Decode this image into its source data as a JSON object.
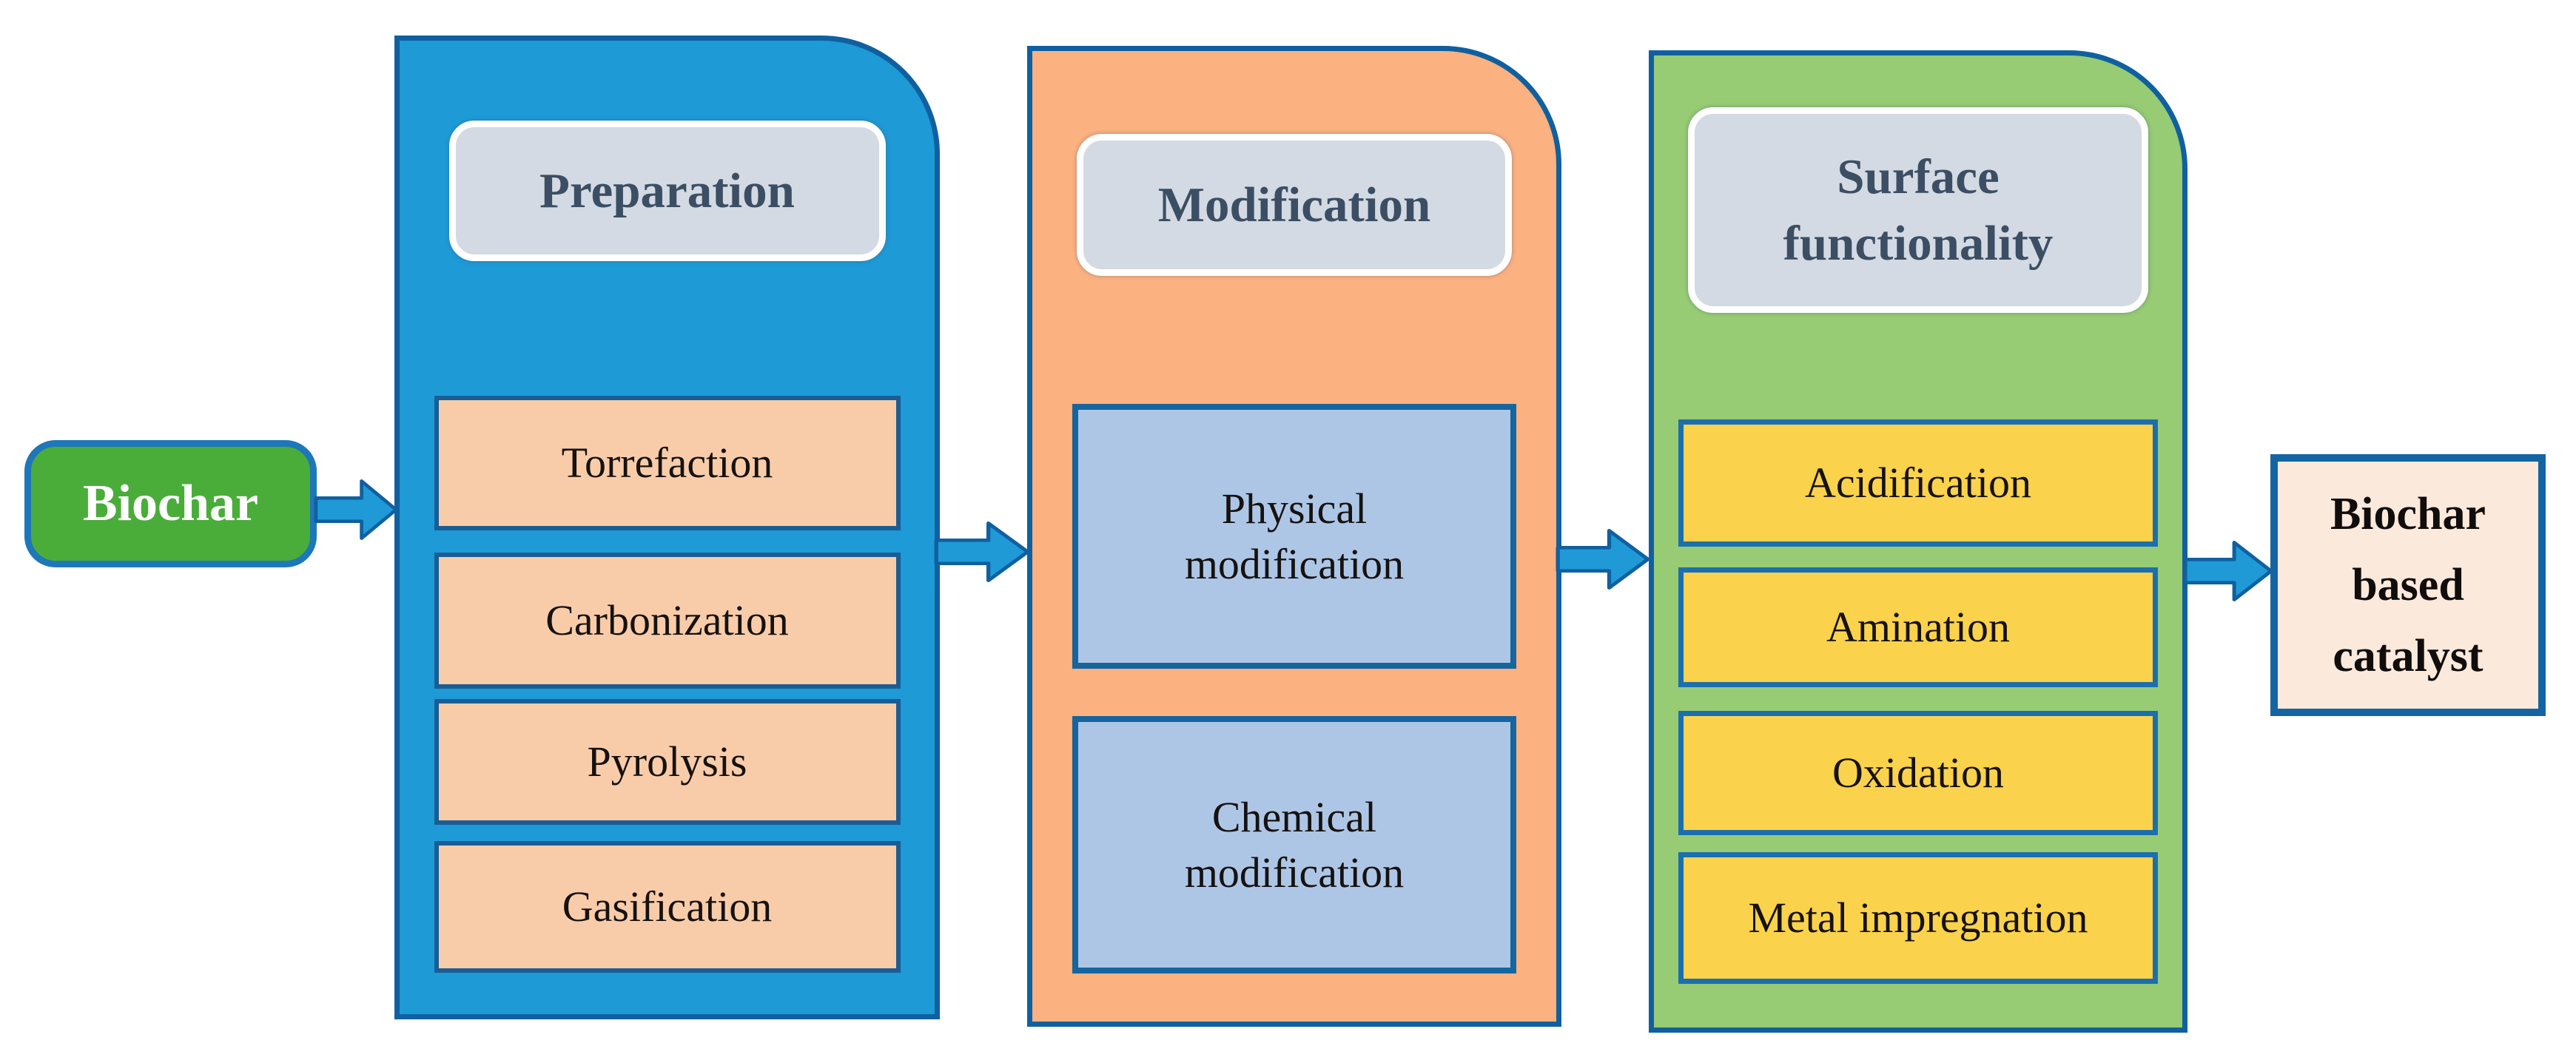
{
  "diagram": {
    "title": "Biochar based catalyst process flow",
    "source": {
      "label": "Biochar"
    },
    "panels": [
      {
        "id": "preparation",
        "header": "Preparation",
        "items": [
          "Torrefaction",
          "Carbonization",
          "Pyrolysis",
          "Gasification"
        ]
      },
      {
        "id": "modification",
        "header": "Modification",
        "items": [
          "Physical\nmodification",
          "Chemical\nmodification"
        ]
      },
      {
        "id": "surface-functionality",
        "header": "Surface\nfunctionality",
        "items": [
          "Acidification",
          "Amination",
          "Oxidation",
          "Metal impregnation"
        ]
      }
    ],
    "result": {
      "label": "Biochar\nbased\ncatalyst"
    }
  },
  "colors": {
    "source_fill": "#4AAD3A",
    "panel_preparation_fill": "#1E9AD6",
    "panel_modification_fill": "#FCB180",
    "panel_surface_fill": "#97CB74",
    "item_preparation_fill": "#F9CCA9",
    "item_modification_fill": "#AEC6E6",
    "item_surface_fill": "#FBD24B",
    "header_fill": "#D3DAE3",
    "header_text": "#3C4E63",
    "result_fill": "#FBE9DC",
    "arrow_fill": "#1F9AD7",
    "border_blue": "#1060A0"
  }
}
